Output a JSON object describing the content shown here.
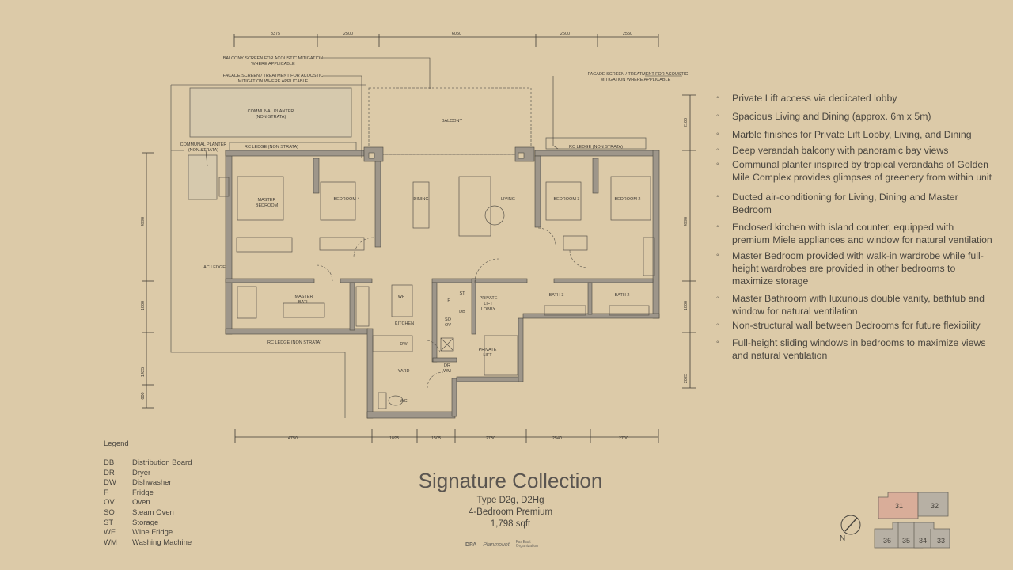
{
  "dimensions_top": [
    "3375",
    "2500",
    "6050",
    "2500",
    "2550"
  ],
  "dimensions_bottom": [
    "4750",
    "1895",
    "1605",
    "2780",
    "2540",
    "2700"
  ],
  "dimensions_left": [
    "4990",
    "1800",
    "1425",
    "600"
  ],
  "dimensions_right": [
    "2100",
    "4990",
    "1800",
    "2025"
  ],
  "callouts": {
    "balcony_screen": [
      "BALCONY SCREEN FOR ACOUSTIC MITIGATION",
      "WHERE APPLICABLE"
    ],
    "facade_screen_left": [
      "FACADE SCREEN / TREATMENT FOR ACOUSTIC",
      "MITIGATION WHERE APPLICABLE"
    ],
    "facade_screen_right": [
      "FACADE SCREEN / TREATMENT FOR ACOUSTIC",
      "MITIGATION WHERE APPLICABLE"
    ]
  },
  "rooms": {
    "communal_planter_top": [
      "COMMUNAL PLANTER",
      "(NON-STRATA)"
    ],
    "communal_planter_left": [
      "COMMUNAL PLANTER",
      "(NON STRATA)"
    ],
    "balcony": "BALCONY",
    "rc_ledge_left": "RC LEDGE (NON STRATA)",
    "rc_ledge_right": "RC LEDGE (NON STRATA)",
    "rc_ledge_bottom": "RC LEDGE (NON STRATA)",
    "master_bedroom": [
      "MASTER",
      "BEDROOM"
    ],
    "bedroom4": "BEDROOM 4",
    "dining": "DINING",
    "living": "LIVING",
    "bedroom3": "BEDROOM 3",
    "bedroom2": "BEDROOM 2",
    "ac_ledge": "AC LEDGE",
    "master_bath": [
      "MASTER",
      "BATH"
    ],
    "wf": "WF",
    "kitchen": "KITCHEN",
    "f": "F",
    "so_ov": [
      "SO",
      "OV"
    ],
    "st": "ST",
    "db": "DB",
    "private_lift_lobby": [
      "PRIVATE",
      "LIFT",
      "LOBBY"
    ],
    "bath3": "BATH 3",
    "bath2": "BATH 2",
    "dw": "DW",
    "yard": "YARD",
    "dr_wm": [
      "DR",
      "WM"
    ],
    "private_lift": [
      "PRIVATE",
      "LIFT"
    ],
    "wc": "WC"
  },
  "features": [
    "Private Lift access via dedicated lobby",
    "Spacious Living and Dining (approx. 6m x 5m)",
    "Marble finishes for Private Lift Lobby, Living, and Dining",
    "Deep verandah balcony with panoramic bay views",
    "Communal planter inspired by tropical verandahs of Golden Mile Complex provides glimpses of greenery from within unit",
    "Ducted air-conditioning for Living, Dining and Master Bedroom",
    "Enclosed kitchen with island counter, equipped with premium Miele appliances and window for natural ventilation",
    "Master Bedroom provided with walk-in wardrobe while full-height wardrobes are provided in other bedrooms to maximize storage",
    "Master Bathroom with luxurious double vanity, bathtub and window for natural ventilation",
    "Non-structural wall between Bedrooms for future flexibility",
    "Full-height sliding windows in bedrooms to maximize views and natural ventilation"
  ],
  "legend": {
    "title": "Legend",
    "items": [
      {
        "code": "DB",
        "label": "Distribution Board"
      },
      {
        "code": "DR",
        "label": "Dryer"
      },
      {
        "code": "DW",
        "label": "Dishwasher"
      },
      {
        "code": "F",
        "label": "Fridge"
      },
      {
        "code": "OV",
        "label": "Oven"
      },
      {
        "code": "SO",
        "label": "Steam Oven"
      },
      {
        "code": "ST",
        "label": "Storage"
      },
      {
        "code": "WF",
        "label": "Wine Fridge"
      },
      {
        "code": "WM",
        "label": "Washing Machine"
      }
    ]
  },
  "title": {
    "name": "Signature Collection",
    "type": "Type D2g, D2Hg",
    "bedrooms": "4-Bedroom Premium",
    "area": "1,798 sqft"
  },
  "logos": [
    "DPA",
    "Planmount",
    "Far East Organization"
  ],
  "key_plan": {
    "north_label": "N",
    "stacks": [
      "31",
      "32",
      "36",
      "35",
      "34",
      "33"
    ],
    "highlighted": "31"
  }
}
